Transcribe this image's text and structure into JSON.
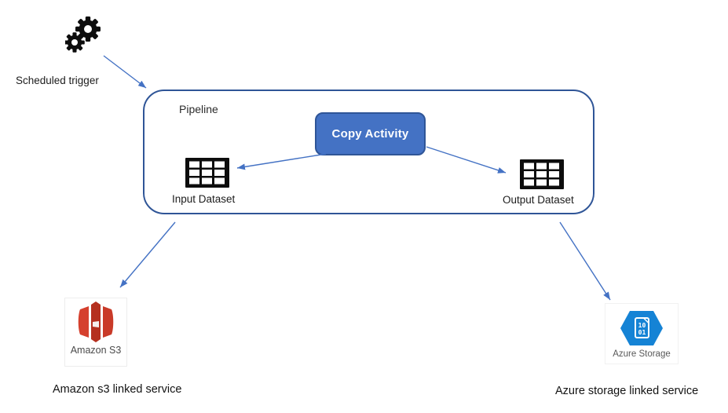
{
  "colors": {
    "accent_blue": "#4472C4",
    "dark_blue_border": "#2F5597",
    "arrow_blue": "#4472C4",
    "amazon_red": "#D5402E",
    "amazon_red_dark": "#B5301F",
    "amazon_red_side": "#C93A28",
    "azure_blue": "#1583D5"
  },
  "trigger": {
    "label": "Scheduled trigger"
  },
  "pipeline": {
    "label": "Pipeline",
    "copy_activity_label": "Copy Activity",
    "input_dataset_label": "Input Dataset",
    "output_dataset_label": "Output Dataset"
  },
  "amazon": {
    "icon_caption": "Amazon S3",
    "linked_service_label": "Amazon s3 linked service"
  },
  "azure": {
    "icon_caption": "Azure Storage",
    "doc_line1": "10",
    "doc_line2": "01",
    "linked_service_label": "Azure storage linked service"
  }
}
